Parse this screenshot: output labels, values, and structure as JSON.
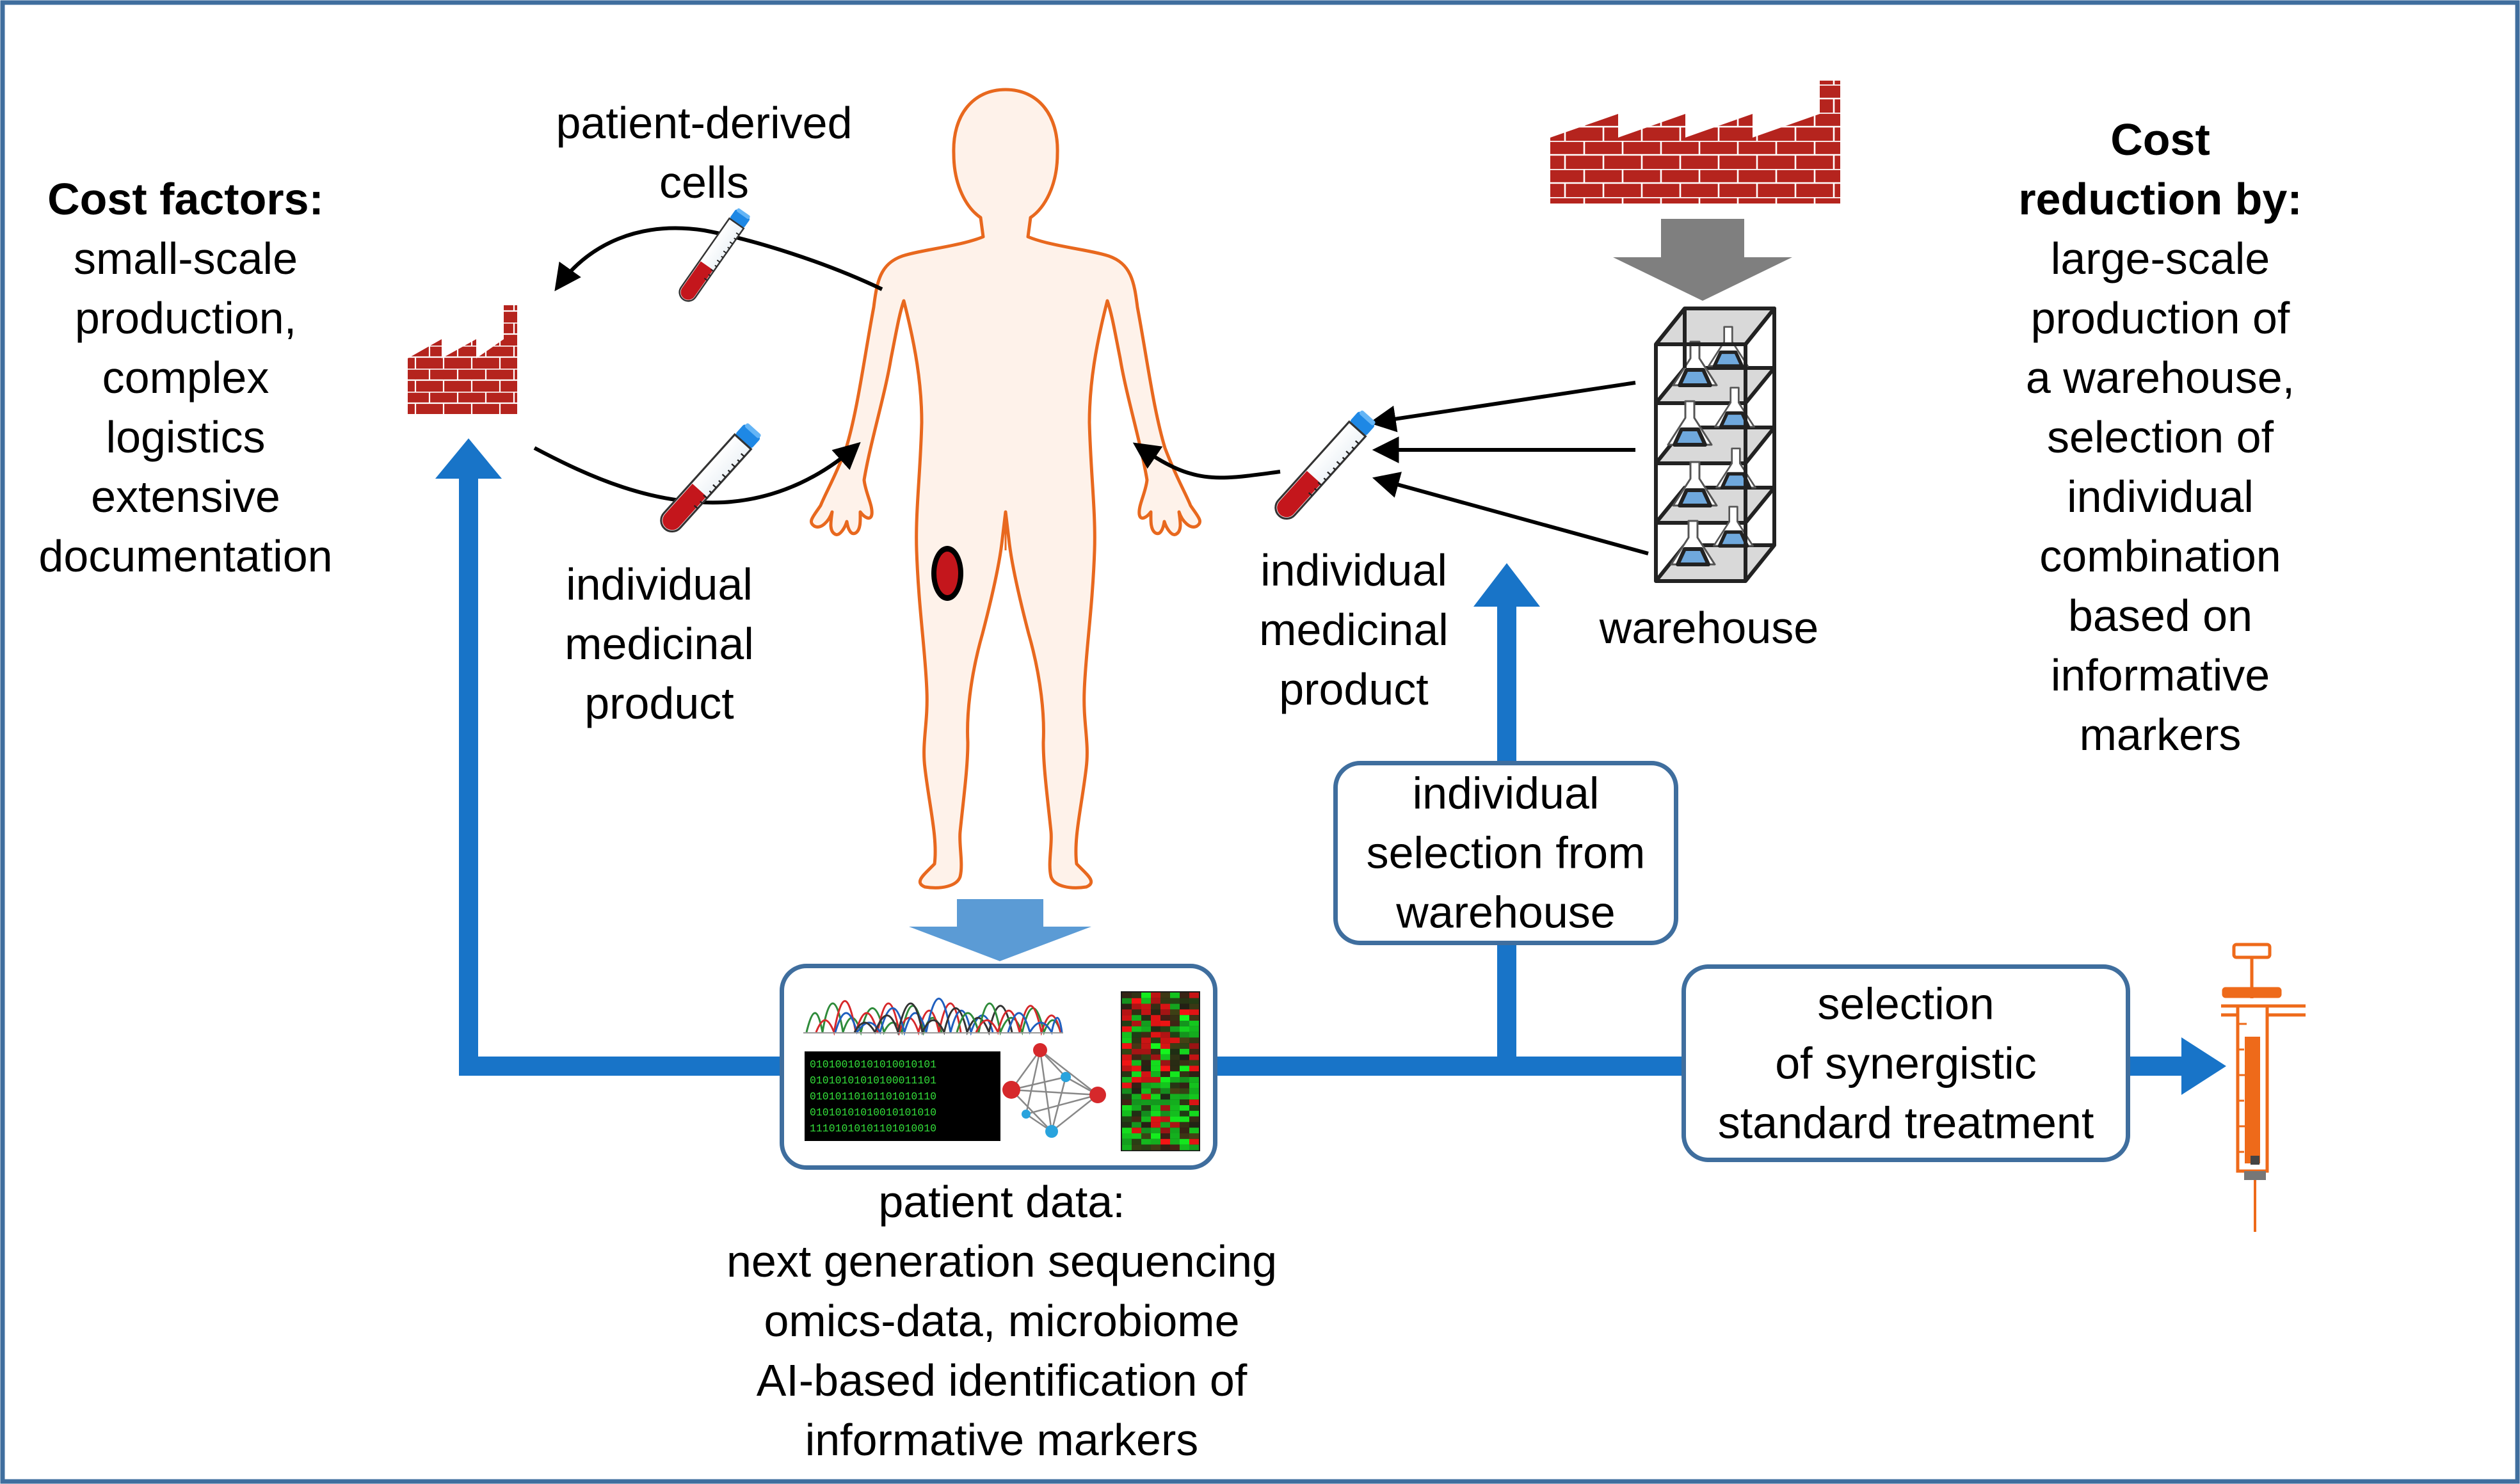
{
  "colors": {
    "frame": "#3F6E9E",
    "flow_arrow": "#1874C8",
    "body_outline": "#E8681E",
    "body_fill": "#FEF2EA",
    "brick": "#B5241E",
    "down_arrow_gray": "#7F7F7F",
    "data_down_arrow": "#5B9BD5",
    "tube_blood": "#C4161C",
    "tube_cap": "#1E88E5",
    "syringe": "#EE6A1A",
    "flask_liquid": "#6FA8DC"
  },
  "icons": [
    "factory-small-icon",
    "factory-large-icon",
    "human-body-icon",
    "test-tube-icon",
    "warehouse-shelf-icon",
    "patient-data-panel-icon",
    "dna-chromatogram-icon",
    "binary-data-icon",
    "network-graph-icon",
    "heatmap-icon",
    "syringe-icon"
  ],
  "labels": {
    "cost_factors_title": "Cost factors:",
    "cost_factors_lines": [
      "small-scale",
      "production,",
      "complex",
      "logistics",
      "extensive",
      "documentation"
    ],
    "patient_cells": [
      "patient-derived",
      "cells"
    ],
    "individual_product_left": [
      "individual",
      "medicinal",
      "product"
    ],
    "individual_product_right": [
      "individual",
      "medicinal",
      "product"
    ],
    "warehouse": "warehouse",
    "cost_reduction_title": [
      "Cost",
      "reduction by:"
    ],
    "cost_reduction_lines": [
      "large-scale",
      "production of",
      "a warehouse,",
      "selection of",
      "individual",
      "combination",
      "based on",
      "informative",
      "markers"
    ],
    "selection_box": [
      "individual",
      "selection from",
      "warehouse"
    ],
    "synergy_box": [
      "selection",
      "of synergistic",
      "standard treatment"
    ],
    "patient_data": [
      "patient data:",
      "next generation sequencing",
      "omics-data, microbiome",
      "AI-based identification of",
      "informative markers"
    ]
  },
  "binary_rows": [
    "01010010101010010101",
    "01010101010100011101",
    "01010110101101010110",
    "01010101010010101010",
    "11101010101101010010"
  ]
}
